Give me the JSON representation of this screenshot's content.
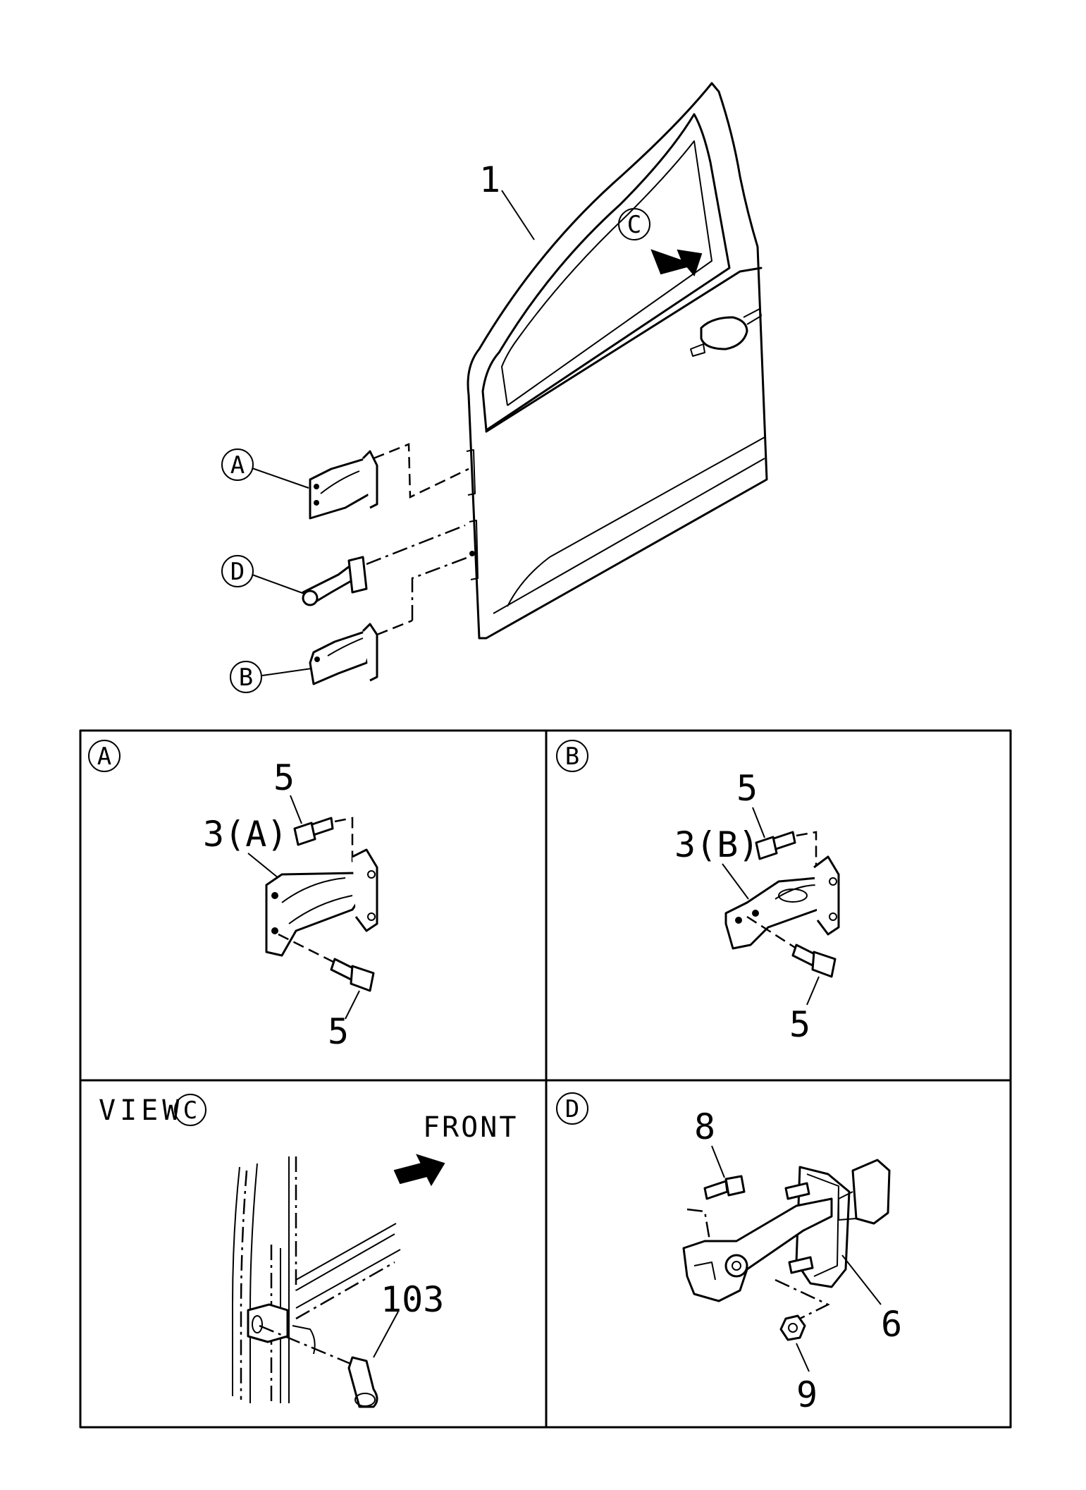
{
  "main_view": {
    "door_callout": "1",
    "view_marker": "C",
    "hinge_upper_marker": "A",
    "checker_marker": "D",
    "hinge_lower_marker": "B"
  },
  "panels": {
    "upper_hinge": {
      "marker": "A",
      "bolt_top": "5",
      "hinge_label": "3(A)",
      "bolt_bottom": "5"
    },
    "lower_hinge": {
      "marker": "B",
      "bolt_top": "5",
      "hinge_label": "3(B)",
      "bolt_bottom": "5"
    },
    "view_c": {
      "title": "VIEW",
      "marker": "C",
      "front_label": "FRONT",
      "plug_label": "103"
    },
    "door_checker": {
      "marker": "D",
      "bolt_label": "8",
      "checker_label": "6",
      "nut_label": "9"
    }
  }
}
